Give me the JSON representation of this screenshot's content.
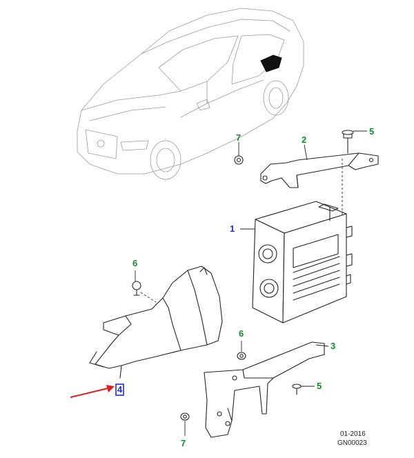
{
  "callouts": [
    {
      "id": "1",
      "color": "blue"
    },
    {
      "id": "2",
      "color": "green"
    },
    {
      "id": "3",
      "color": "green"
    },
    {
      "id": "4",
      "color": "blue"
    },
    {
      "id": "5",
      "color": "green"
    },
    {
      "id": "6",
      "color": "green"
    },
    {
      "id": "7",
      "color": "green"
    }
  ],
  "labels": {
    "c1": "1",
    "c2": "2",
    "c3": "3",
    "c4": "4",
    "c5a": "5",
    "c5b": "5",
    "c6a": "6",
    "c6b": "6",
    "c7a": "7",
    "c7b": "7"
  },
  "footer": {
    "date": "01-2016",
    "code": "GN00023"
  },
  "colors": {
    "callout_blue": "#1f2fbf",
    "callout_green": "#138a2a",
    "arrow_red": "#e0201e",
    "highlight_box": "#1f2fbf"
  }
}
